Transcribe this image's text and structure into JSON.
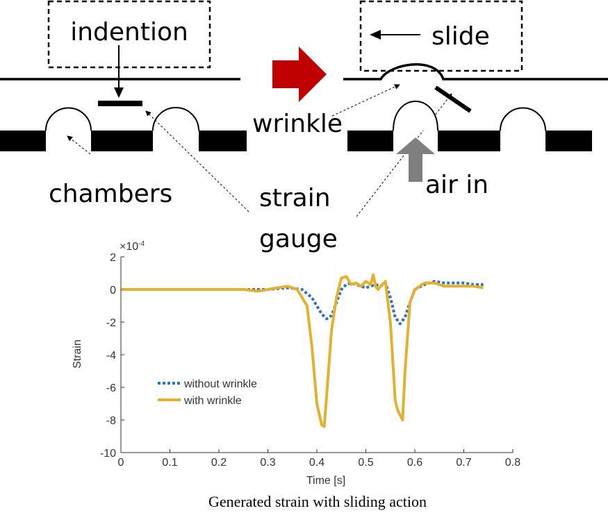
{
  "diagram": {
    "labels": {
      "indention": "indention",
      "slide": "slide",
      "wrinkle": "wrinkle",
      "chambers": "chambers",
      "air_in": "air in",
      "strain": "strain",
      "gauge": "gauge"
    },
    "colors": {
      "arrow_red": "#c00000",
      "arrow_gray": "#7f7f7f",
      "black": "#000000"
    }
  },
  "chart_data": {
    "type": "line",
    "title": "",
    "xlabel": "Time [s]",
    "ylabel": "Strain",
    "exponent": "×10",
    "exponent_power": "-4",
    "xlim": [
      0,
      0.8
    ],
    "ylim": [
      -10,
      2
    ],
    "xticks": [
      "0",
      "0.1",
      "0.2",
      "0.3",
      "0.4",
      "0.5",
      "0.6",
      "0.7",
      "0.8"
    ],
    "yticks": [
      "2",
      "0",
      "-2",
      "-4",
      "-6",
      "-8",
      "-10"
    ],
    "legend_position": "lower-left",
    "grid": false,
    "caption": "Generated strain with sliding action",
    "series": [
      {
        "name": "without wrinkle",
        "color": "#2e75b6",
        "style": "dotted",
        "x": [
          0,
          0.1,
          0.2,
          0.25,
          0.3,
          0.34,
          0.37,
          0.39,
          0.41,
          0.42,
          0.43,
          0.44,
          0.45,
          0.46,
          0.47,
          0.48,
          0.49,
          0.5,
          0.51,
          0.52,
          0.53,
          0.54,
          0.55,
          0.56,
          0.57,
          0.58,
          0.59,
          0.6,
          0.62,
          0.64,
          0.66,
          0.68,
          0.7,
          0.72,
          0.74
        ],
        "y": [
          0,
          0,
          0,
          0,
          0,
          0.1,
          0,
          -0.5,
          -1.5,
          -1.8,
          -1.6,
          -0.8,
          0,
          0.3,
          0.4,
          0.3,
          0.2,
          0.1,
          0.2,
          0.3,
          0.2,
          0.4,
          -0.5,
          -1.7,
          -2.1,
          -1.7,
          -0.8,
          0,
          0.3,
          0.5,
          0.4,
          0.4,
          0.4,
          0.3,
          0.3
        ]
      },
      {
        "name": "with wrinkle",
        "color": "#e3b12e",
        "style": "solid",
        "x": [
          0,
          0.1,
          0.2,
          0.25,
          0.28,
          0.3,
          0.32,
          0.34,
          0.36,
          0.38,
          0.39,
          0.4,
          0.41,
          0.415,
          0.42,
          0.43,
          0.44,
          0.45,
          0.46,
          0.47,
          0.48,
          0.49,
          0.5,
          0.51,
          0.515,
          0.52,
          0.525,
          0.53,
          0.54,
          0.55,
          0.56,
          0.565,
          0.575,
          0.58,
          0.59,
          0.6,
          0.62,
          0.64,
          0.66,
          0.68,
          0.7,
          0.72,
          0.74
        ],
        "y": [
          0,
          0,
          0,
          0,
          -0.1,
          0,
          0.1,
          0.2,
          0,
          -1,
          -3.5,
          -7,
          -8.3,
          -8.4,
          -6.5,
          -2.5,
          -0.5,
          0.7,
          0.8,
          0.3,
          0.4,
          0.2,
          0.5,
          0.3,
          0.9,
          0.2,
          0,
          0.2,
          0.5,
          -2,
          -6.8,
          -7.4,
          -8,
          -5,
          -0.8,
          0,
          0.4,
          0.4,
          0.2,
          0.2,
          0.2,
          0.2,
          0.1
        ]
      }
    ]
  }
}
